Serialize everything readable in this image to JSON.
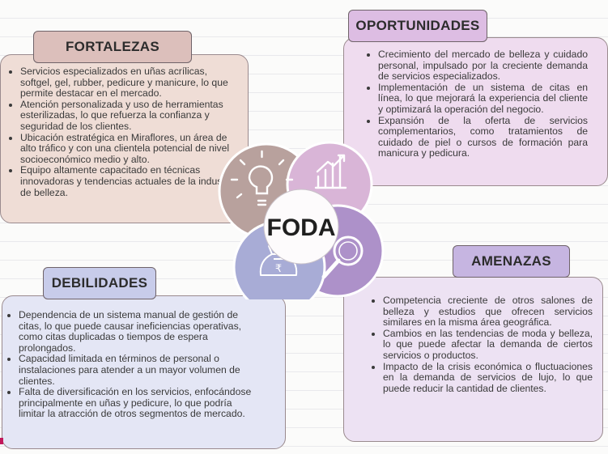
{
  "center_label": "FODA",
  "fortalezas": {
    "title": "FORTALEZAS",
    "items": [
      "Servicios especializados en uñas acrílicas, softgel, gel, rubber, pedicure y manicure, lo que permite destacar en el mercado.",
      "Atención personalizada y uso de herramientas esterilizadas, lo que refuerza la confianza y seguridad de los clientes.",
      "Ubicación estratégica en Miraflores, un área de alto tráfico y con una clientela potencial de nivel socioeconómico medio y alto.",
      "Equipo altamente capacitado en técnicas innovadoras y tendencias actuales de la industria de belleza."
    ]
  },
  "oportunidades": {
    "title": "OPORTUNIDADES",
    "items": [
      "Crecimiento del mercado de belleza y cuidado personal, impulsado por la creciente demanda de servicios especializados.",
      "Implementación de un sistema de citas en línea, lo que mejorará la experiencia del cliente y optimizará la operación del negocio.",
      "Expansión de la oferta de servicios complementarios, como tratamientos de cuidado de piel o cursos de formación para manicura y pedicura."
    ]
  },
  "debilidades": {
    "title": "DEBILIDADES",
    "items": [
      "Dependencia de un sistema manual de gestión de citas, lo que puede causar ineficiencias operativas, como citas duplicadas o tiempos de espera prolongados.",
      "Capacidad limitada en términos de personal o instalaciones para atender a un mayor volumen de clientes.",
      "Falta de diversificación en los servicios, enfocándose principalmente en uñas y pedicure, lo que podría limitar la atracción de otros segmentos de mercado."
    ]
  },
  "amenazas": {
    "title": "AMENAZAS",
    "items": [
      "Competencia creciente de otros salones de belleza y estudios que ofrecen servicios similares en la misma área geográfica.",
      "Cambios en las tendencias de moda y belleza, lo que puede afectar la demanda de ciertos servicios o productos.",
      "Impacto de la crisis económica o fluctuaciones en la demanda de servicios de lujo, lo que puede reducir la cantidad de clientes."
    ]
  },
  "icons": {
    "strengths": "lightbulb-icon",
    "opportunities": "growth-chart-icon",
    "weaknesses": "money-bag-icon",
    "threats": "magnifier-icon"
  },
  "colors": {
    "fortalezas_circle": "#b8a19d",
    "oportunidades_circle": "#d9b5d7",
    "debilidades_circle": "#a8acd6",
    "amenazas_circle": "#ad91c9",
    "center": "#fdfbfc"
  }
}
